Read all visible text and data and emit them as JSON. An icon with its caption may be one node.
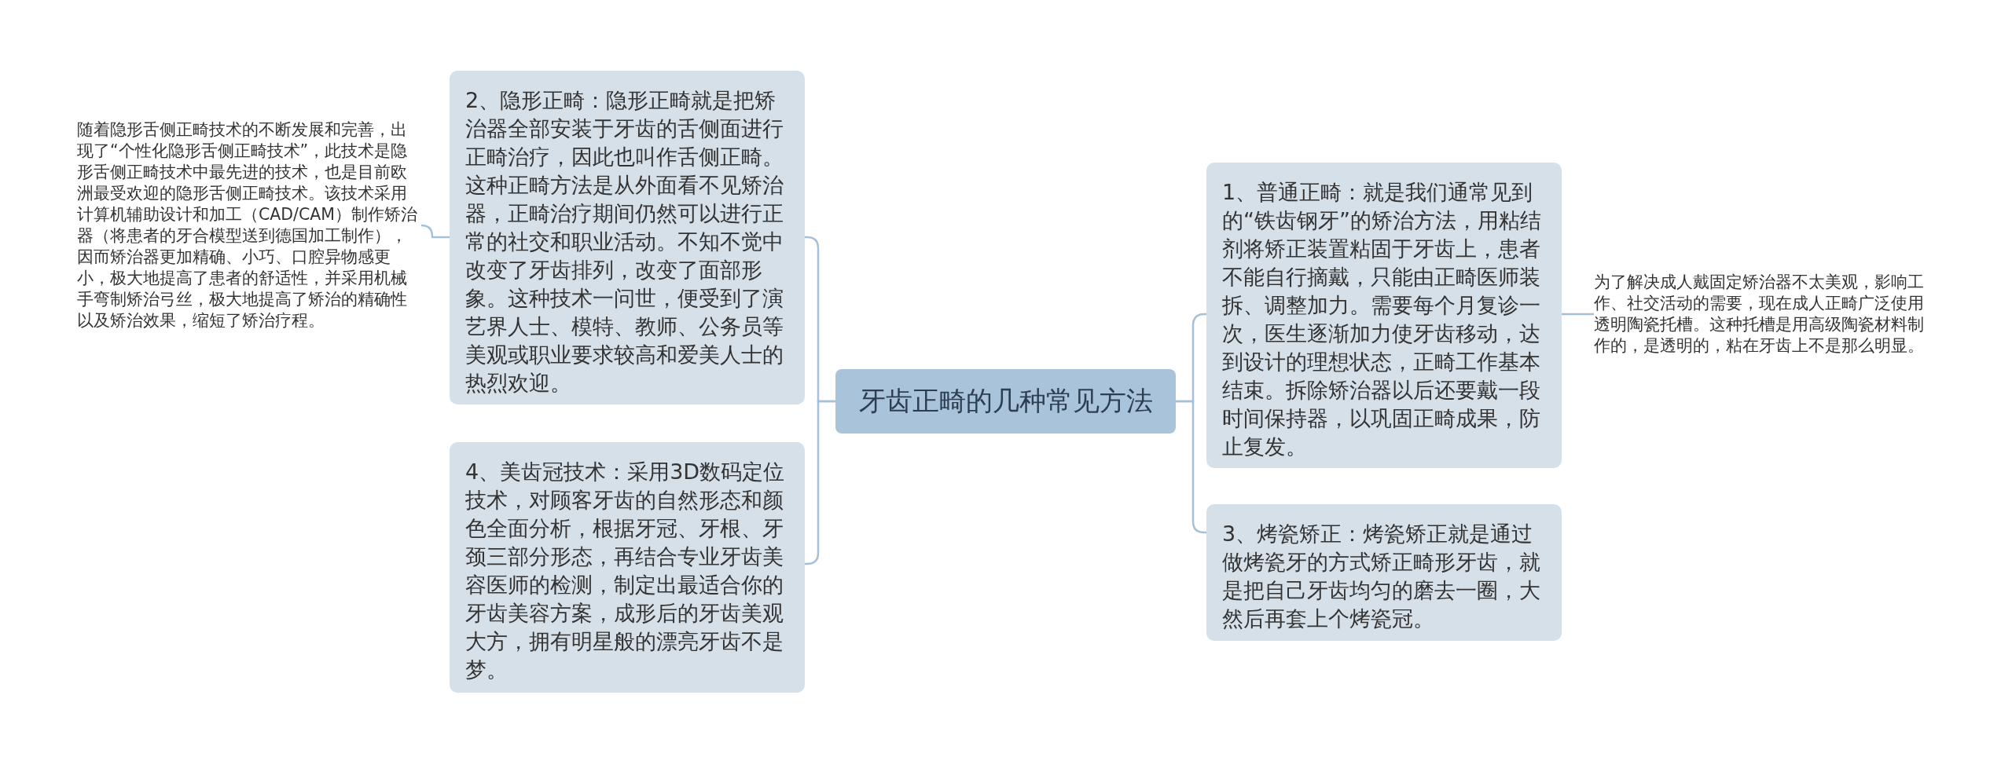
{
  "diagram": {
    "nodes": [
      {
        "text": [
          "牙齿正畸的几种常见方法"
        ]
      },
      {
        "text": [
          "1、普通正畸：就是我们通常见到的“铁齿钢牙”的矫治方法，用粘结剂将矫正装置粘固于牙齿上，患者不能自行摘戴，只能由正畸医师装拆、调整加力。需要每个月复诊一次，医生逐渐加力使牙齿移动，达到设计的理想状态，正畸工作基本结束。拆除矫治器以后还要戴一段时间保持器，以巩固正畸成果，防止复发。"
        ]
      },
      {
        "text": [
          "3、烤瓷矫正：烤瓷矫正就是通过做烤瓷牙的方式矫正畸形牙齿，就是把自己牙齿均匀的磨去一圈，大然后再套上个烤瓷冠。"
        ]
      },
      {
        "text": [
          "2、隐形正畸：隐形正畸就是把矫治器全部安装于牙齿的舌侧面进行正畸治疗，因此也叫作舌侧正畸。这种正畸方法是从外面看不见矫治器，正畸治疗期间仍然可以进行正常的社交和职业活动。不知不觉中改变了牙齿排列，改变了面部形象。这种技术一问世，便受到了演艺界人士、模特、教师、公务员等美观或职业要求较高和爱美人士的热烈欢迎。"
        ]
      },
      {
        "text": [
          "4、美齿冠技术：采用3D数码定位技术，对顾客牙齿的自然形态和颜色全面分析，根据牙冠、牙根、牙颈三部分形态，再结合专业牙齿美容医师的检测，制定出最适合你的牙齿美容方案，成形后的牙齿美观大方，拥有明星般的漂亮牙齿不是梦。"
        ]
      },
      {
        "text": [
          "随着隐形舌侧正畸技术的不断发展和完善，出现了“个性化隐形舌侧正畸技术”，此技术是隐形舌侧正畸技术中最先进的技术，也是目前欧洲最受欢迎的隐形舌侧正畸技术。该技术采用计算机辅助设计和加工（CAD/CAM）制作矫治器（将患者的牙合模型送到德国加工制作），因而矫治器更加精确、小巧、口腔异物感更小，极大地提高了患者的舒适性，并采用机械手弯制矫治弓丝，极大地提高了矫治的精确性以及矫治效果，缩短了矫治疗程。"
        ]
      },
      {
        "text": [
          "为了解决成人戴固定矫治器不太美观，影响工作、社交活动的需要，现在成人正畸广泛使用透明陶瓷托槽。这种托槽是用高级陶瓷材料制作的，是透明的，粘在牙齿上不是那么明显。"
        ]
      }
    ],
    "edges": [
      {
        "from": 0,
        "to": 1,
        "arrow": "none"
      },
      {
        "from": 0,
        "to": 2,
        "arrow": "none"
      },
      {
        "from": 0,
        "to": 3,
        "arrow": "none"
      },
      {
        "from": 0,
        "to": 4,
        "arrow": "none"
      },
      {
        "from": 3,
        "to": 5,
        "arrow": "none"
      },
      {
        "from": 1,
        "to": 6,
        "arrow": "none"
      }
    ]
  }
}
